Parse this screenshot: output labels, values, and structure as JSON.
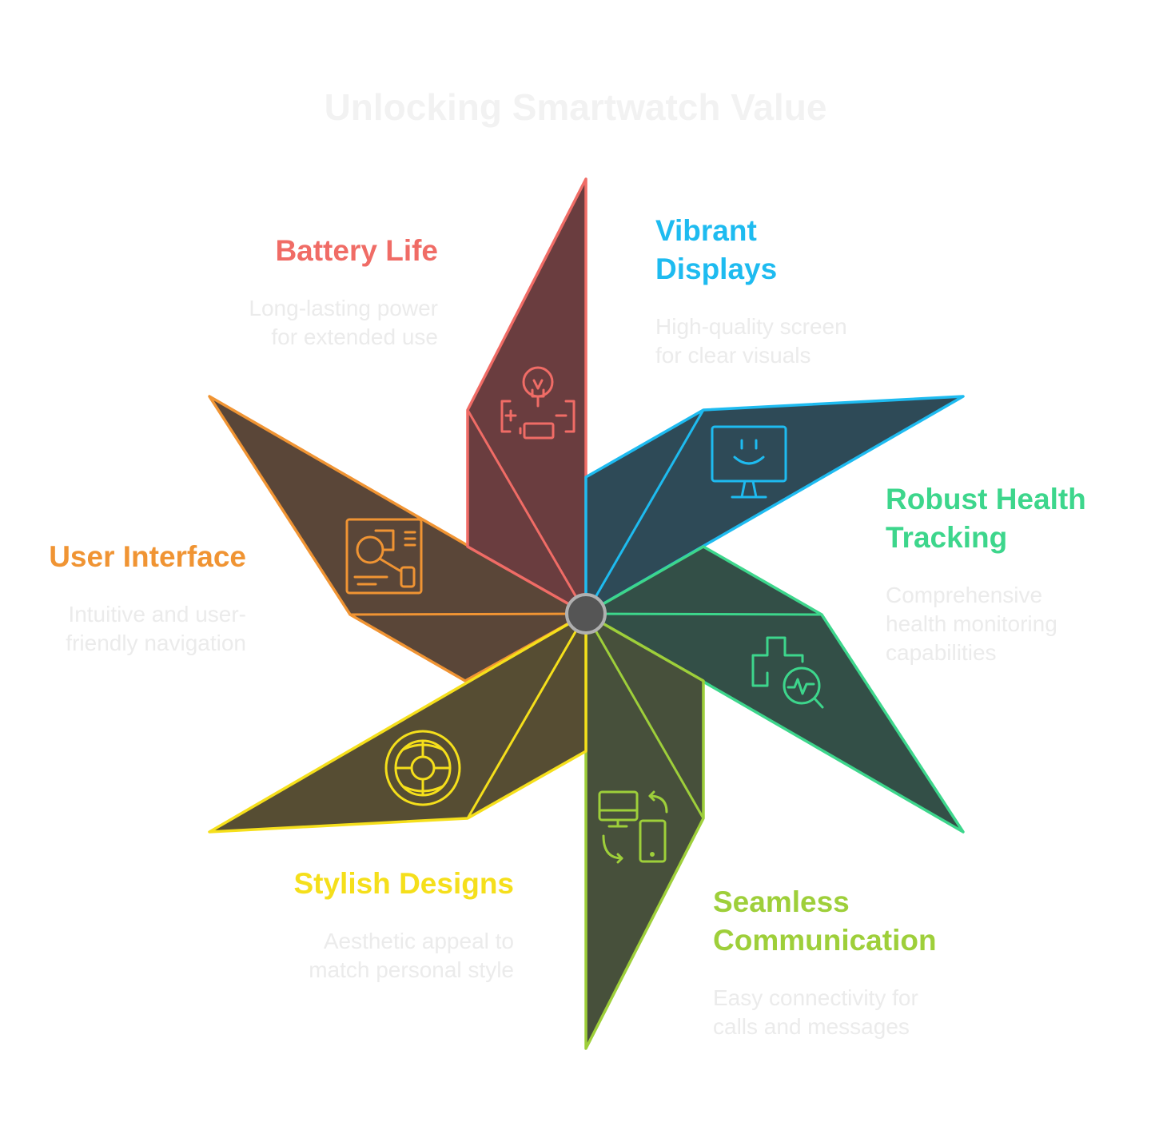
{
  "title": "Unlocking Smartwatch Value",
  "colors": {
    "battery": "#F06C66",
    "displays": "#1EBBF0",
    "health": "#3DD68C",
    "communication": "#9ECF3A",
    "stylish": "#F5DF1B",
    "interface": "#F09433",
    "hub_fill": "#555555",
    "hub_stroke": "#B0B0B0"
  },
  "segments": [
    {
      "id": "battery",
      "title": "Battery Life",
      "description": [
        "Long-lasting power",
        "for extended use"
      ],
      "icon": "battery-bulb-icon",
      "fill": "#6a3d3f"
    },
    {
      "id": "displays",
      "title": [
        "Vibrant",
        "Displays"
      ],
      "description": [
        "High-quality screen",
        "for clear visuals"
      ],
      "icon": "monitor-smile-icon",
      "fill": "#2e4a57"
    },
    {
      "id": "health",
      "title": [
        "Robust Health",
        "Tracking"
      ],
      "description": [
        "Comprehensive",
        "health monitoring",
        "capabilities"
      ],
      "icon": "health-search-icon",
      "fill": "#334f47"
    },
    {
      "id": "communication",
      "title": [
        "Seamless",
        "Communication"
      ],
      "description": [
        "Easy connectivity for",
        "calls and messages"
      ],
      "icon": "devices-sync-icon",
      "fill": "#47503b"
    },
    {
      "id": "stylish",
      "title": "Stylish Designs",
      "description": [
        "Aesthetic appeal to",
        "match personal style"
      ],
      "icon": "target-design-icon",
      "fill": "#564d33"
    },
    {
      "id": "interface",
      "title": "User Interface",
      "description": [
        "Intuitive and user-",
        "friendly navigation"
      ],
      "icon": "interface-layout-icon",
      "fill": "#5a4638"
    }
  ]
}
